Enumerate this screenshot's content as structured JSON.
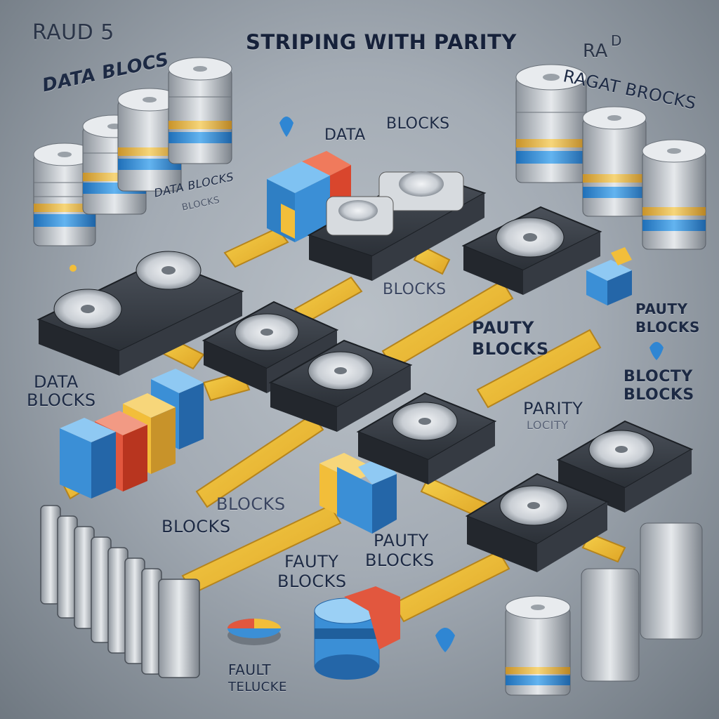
{
  "header": {
    "title": "STRIPING WITH PARITY",
    "corner_left": "RAUD 5",
    "corner_right_top": "RA",
    "corner_right_bottom": "D"
  },
  "labels": {
    "left_arc": "DATA BLOCS",
    "right_arc": "RAGAT BROCKS",
    "data_blocks_top_1": "DATA",
    "data_blocks_top_2": "BLOCKS",
    "data_blocks_small_1": "DATA BLOCKS",
    "data_blocks_small_2": "BLOCKS",
    "blocks_center": "BLOCKS",
    "pauty_blocks_1": "PAUTY",
    "pauty_blocks_2": "BLOCKS",
    "pauty_right_1": "PAUTY",
    "pauty_right_2": "BLOCKS",
    "blocty_1": "BLOCTY",
    "blocty_2": "BLOCKS",
    "data_blocks_left_1": "DATA",
    "data_blocks_left_2": "BLOCKS",
    "parity_1": "PARITY",
    "parity_2": "LOCITY",
    "blocks_mid_a": "BLOCKS",
    "blocks_mid_b": "BLOCKS",
    "pauty_bottom_1": "PAUTY",
    "pauty_bottom_2": "BLOCKS",
    "fauty_1": "FAUTY",
    "fauty_2": "BLOCKS",
    "fault_1": "FAULT",
    "fault_2": "TELUCKE"
  },
  "colors": {
    "accent_blue": "#3b8fd6",
    "accent_yellow": "#f2be3a",
    "accent_red": "#e2573e",
    "metal_light": "#d9dde1",
    "metal_dark": "#3a3f47",
    "text_navy": "#1d2a44"
  }
}
